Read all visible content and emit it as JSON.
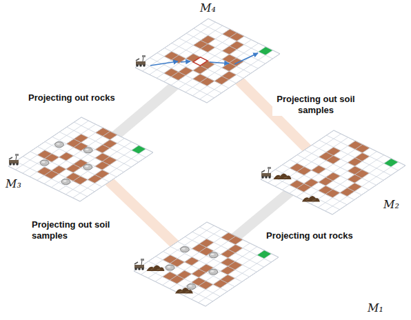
{
  "diagram": {
    "nodes": [
      {
        "text": [
          "M₄"
        ]
      },
      {
        "text": [
          "M₃"
        ]
      },
      {
        "text": [
          "M₂"
        ]
      },
      {
        "text": [
          "M₁"
        ]
      }
    ],
    "edges": [
      {
        "from": 0,
        "to": 1,
        "arrow": "none",
        "label": "Projecting out rocks"
      },
      {
        "from": 0,
        "to": 2,
        "arrow": "none",
        "label": "Projecting out soil samples"
      },
      {
        "from": 1,
        "to": 3,
        "arrow": "none",
        "label": "Projecting out soil samples"
      },
      {
        "from": 2,
        "to": 3,
        "arrow": "none",
        "label": "Projecting out rocks"
      }
    ]
  }
}
